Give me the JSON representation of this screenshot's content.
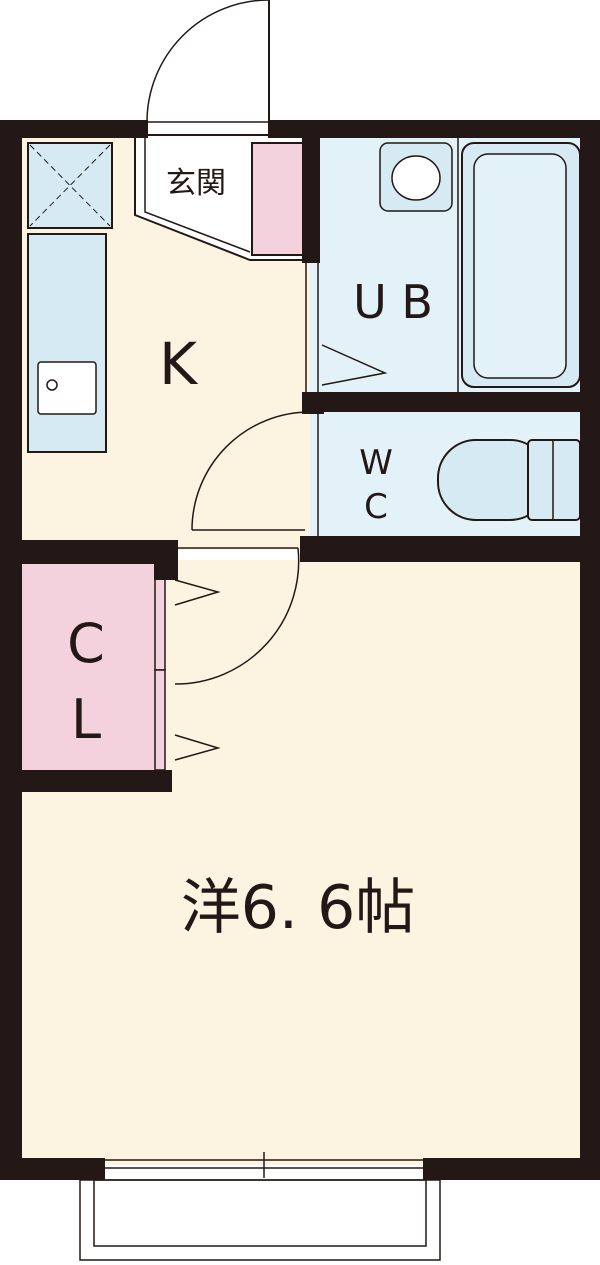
{
  "rooms": {
    "entrance": "玄関",
    "kitchen": "K",
    "bath": "U B",
    "toilet_w": "W",
    "toilet_c": "C",
    "closet_c": "C",
    "closet_l": "L",
    "western_room": "洋6. 6帖"
  },
  "colors": {
    "wall": "#231815",
    "floor": "#fdf3e1",
    "wet_area": "#e3f1f8",
    "fixture": "#d6eaf4",
    "pink": "#f4d2dd"
  }
}
